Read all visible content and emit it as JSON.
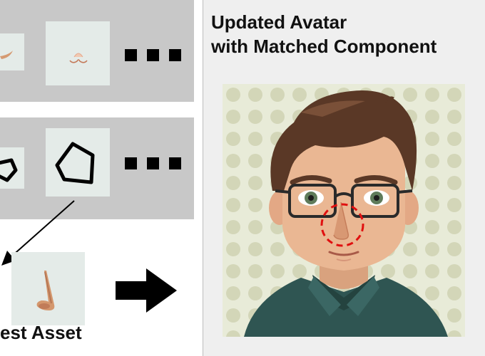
{
  "right_title_line1": "Updated Avatar",
  "right_title_line2": "with Matched Component",
  "bottom_label": "est Asset",
  "colors": {
    "panel_bg": "#c8c8c8",
    "tile_bg": "#e4ebe8",
    "highlight_circle": "#e01010",
    "arrow": "#000000",
    "skin": "#e8b08c",
    "hair": "#5a3826",
    "shirt": "#2f5552",
    "pattern_bg": "#e8ebd8",
    "pattern_dot": "#d3d6b8"
  },
  "icons": [
    "nose-asset-icon",
    "polygon-shape-icon",
    "ellipsis-icon",
    "right-arrow-icon",
    "avatar-image"
  ]
}
